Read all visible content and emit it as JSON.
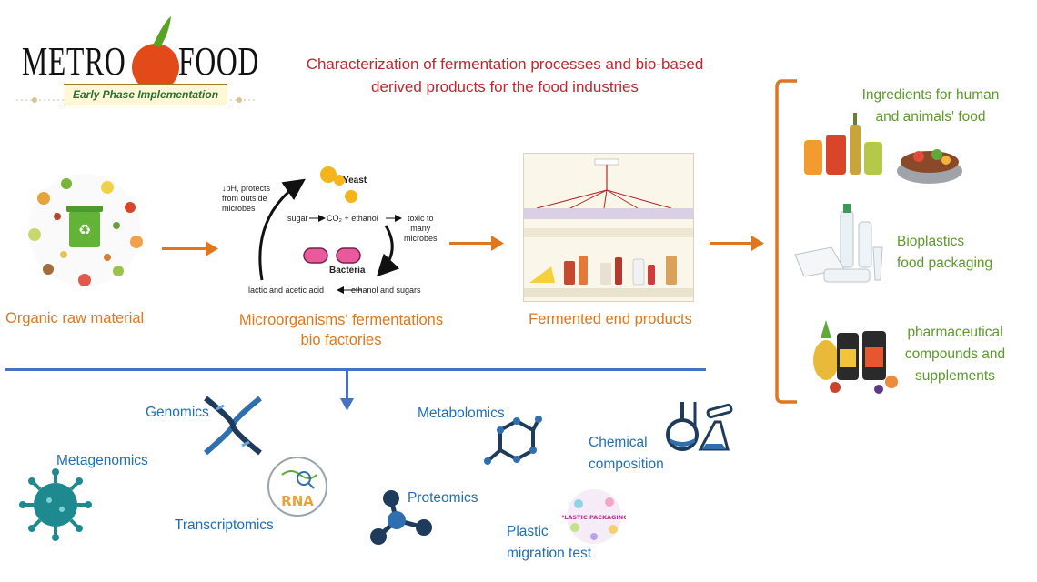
{
  "logo": {
    "word_left": "METRO",
    "word_right": "FOOD",
    "tagline": "Early Phase Implementation"
  },
  "title": {
    "line1": "Characterization of fermentation processes and bio-based",
    "line2": "derived products for the food industries"
  },
  "stages": {
    "raw": "Organic raw material",
    "micro_line1": "Microorganisms' fermentations",
    "micro_line2": "bio factories",
    "products": "Fermented end products"
  },
  "cycle": {
    "yeast": "Yeast",
    "bacteria": "Bacteria",
    "ph_line1": "↓pH, protects",
    "ph_line2": "from outside",
    "ph_line3": "microbes",
    "sugar": "sugar",
    "co2": "CO₂ + ethanol",
    "toxic_line1": "toxic to",
    "toxic_line2": "many",
    "toxic_line3": "microbes",
    "acids": "lactic and acetic acid",
    "ethanol_sugars": "ethanol and sugars"
  },
  "outputs": {
    "food_line1": "Ingredients for human",
    "food_line2": "and animals' food",
    "bio_line1": "Bioplastics",
    "bio_line2": "food packaging",
    "pharma_line1": "pharmaceutical",
    "pharma_line2": "compounds and",
    "pharma_line3": "supplements"
  },
  "omics": {
    "genomics": "Genomics",
    "metagenomics": "Metagenomics",
    "transcriptomics": "Transcriptomics",
    "metabolomics": "Metabolomics",
    "proteomics": "Proteomics",
    "chemical_line1": "Chemical",
    "chemical_line2": "composition",
    "plastic_line1": "Plastic",
    "plastic_line2": "migration test",
    "rna": "RNA",
    "plastic_packaging": "PLASTIC PACKAGING"
  },
  "colors": {
    "title": "#c0272d",
    "stage": "#e0771f",
    "output": "#5c9a2a",
    "omics": "#1f6fb8",
    "divider": "#4472c4",
    "icon_navy": "#1f3b5c",
    "virus": "#1e8a8f"
  }
}
